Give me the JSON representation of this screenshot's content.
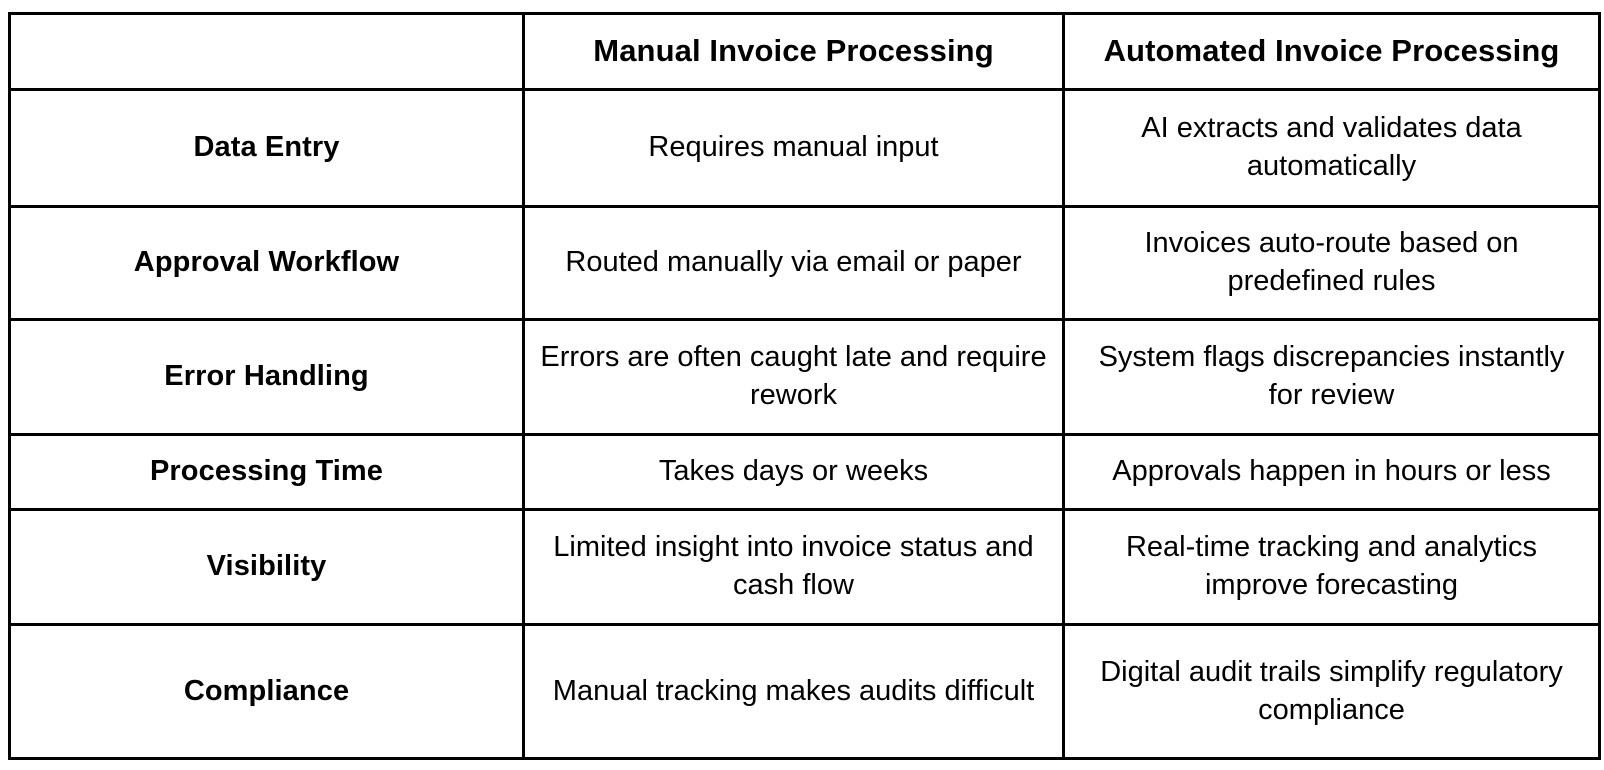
{
  "table": {
    "type": "comparison-table",
    "corner_label": "",
    "columns": [
      {
        "key": "criterion",
        "header": ""
      },
      {
        "key": "manual",
        "header": "Manual Invoice Processing"
      },
      {
        "key": "automated",
        "header": "Automated Invoice Processing"
      }
    ],
    "rows": [
      {
        "criterion": "Data Entry",
        "manual": "Requires manual input",
        "automated": "AI extracts and validates data automatically"
      },
      {
        "criterion": "Approval Workflow",
        "manual": "Routed manually via email or paper",
        "automated": "Invoices auto-route based on predefined rules"
      },
      {
        "criterion": "Error Handling",
        "manual": "Errors are often caught late and require rework",
        "automated": "System flags discrepancies instantly for review"
      },
      {
        "criterion": "Processing Time",
        "manual": "Takes days or weeks",
        "automated": "Approvals happen in hours or less"
      },
      {
        "criterion": "Visibility",
        "manual": "Limited insight into invoice status and cash flow",
        "automated": "Real-time tracking and analytics improve forecasting"
      },
      {
        "criterion": "Compliance",
        "manual": "Manual tracking makes audits difficult",
        "automated": "Digital audit trails simplify regulatory compliance"
      }
    ]
  },
  "style": {
    "border_color": "#000000",
    "text_color": "#000000",
    "background_color": "#FFFFFF"
  }
}
